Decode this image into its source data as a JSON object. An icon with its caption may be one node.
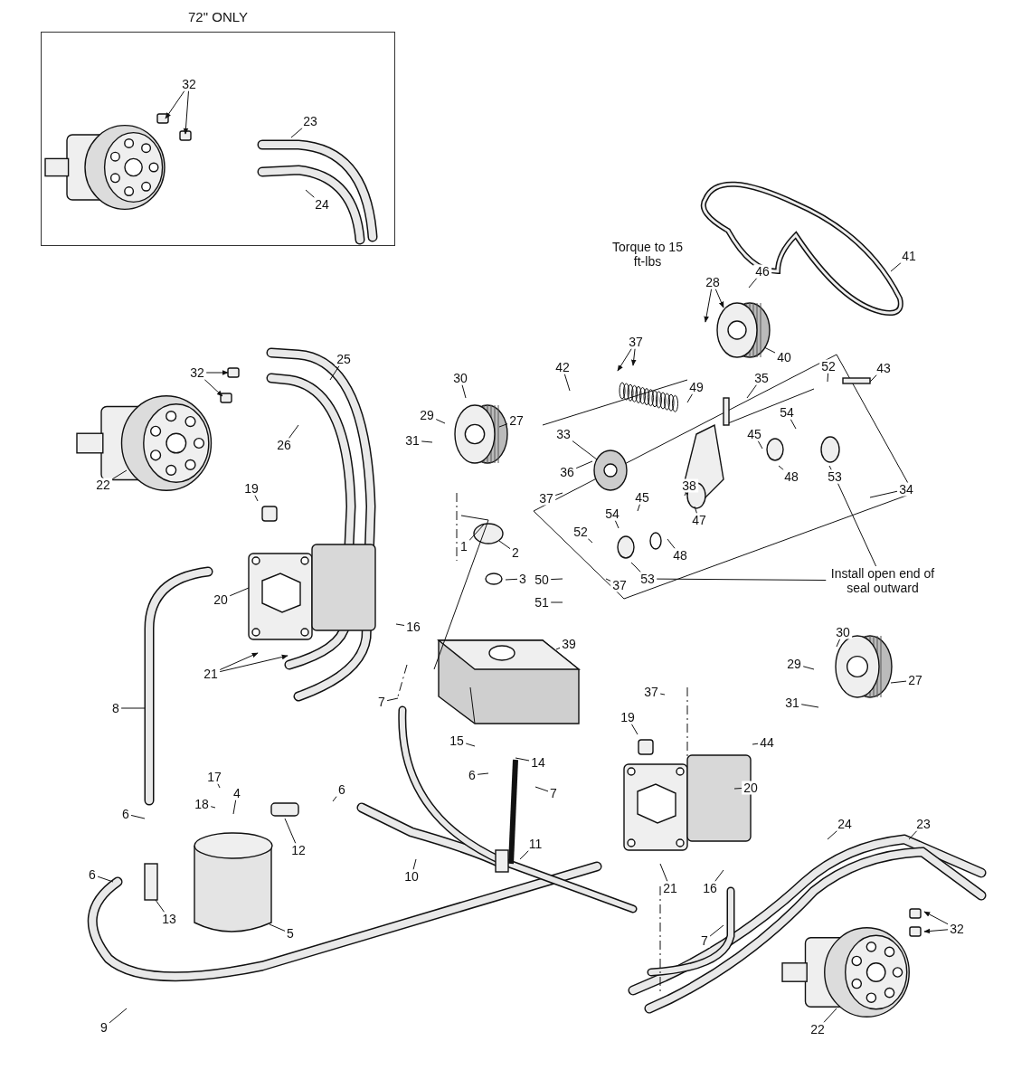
{
  "diagram": {
    "nodes": [
      {
        "text": [
          "72\" ONLY"
        ]
      },
      {
        "text": [
          "32"
        ],
        "in": 0
      },
      {
        "text": [
          "23"
        ],
        "in": 0
      },
      {
        "text": [
          "24"
        ],
        "in": 0
      },
      {
        "text": [
          "41"
        ]
      },
      {
        "text": [
          "46"
        ]
      },
      {
        "text": [
          "28"
        ]
      },
      {
        "text": [
          "40"
        ]
      },
      {
        "text": [
          "37"
        ]
      },
      {
        "text": [
          "42"
        ]
      },
      {
        "text": [
          "49"
        ]
      },
      {
        "text": [
          "35"
        ]
      },
      {
        "text": [
          "52"
        ]
      },
      {
        "text": [
          "43"
        ]
      },
      {
        "text": [
          "32"
        ]
      },
      {
        "text": [
          "25"
        ]
      },
      {
        "text": [
          "30"
        ]
      },
      {
        "text": [
          "29"
        ]
      },
      {
        "text": [
          "27"
        ]
      },
      {
        "text": [
          "54"
        ]
      },
      {
        "text": [
          "31"
        ]
      },
      {
        "text": [
          "33"
        ]
      },
      {
        "text": [
          "45"
        ]
      },
      {
        "text": [
          "26"
        ]
      },
      {
        "text": [
          "36"
        ]
      },
      {
        "text": [
          "48"
        ]
      },
      {
        "text": [
          "53"
        ]
      },
      {
        "text": [
          "22"
        ]
      },
      {
        "text": [
          "19"
        ]
      },
      {
        "text": [
          "38"
        ]
      },
      {
        "text": [
          "34"
        ]
      },
      {
        "text": [
          "37"
        ]
      },
      {
        "text": [
          "45"
        ]
      },
      {
        "text": [
          "54"
        ]
      },
      {
        "text": [
          "47"
        ]
      },
      {
        "text": [
          "52"
        ]
      },
      {
        "text": [
          "1"
        ]
      },
      {
        "text": [
          "2"
        ]
      },
      {
        "text": [
          "48"
        ]
      },
      {
        "text": [
          "Install open end of seal outward"
        ]
      },
      {
        "text": [
          "53"
        ]
      },
      {
        "text": [
          "3"
        ]
      },
      {
        "text": [
          "50"
        ]
      },
      {
        "text": [
          "37"
        ]
      },
      {
        "text": [
          "20"
        ]
      },
      {
        "text": [
          "51"
        ]
      },
      {
        "text": [
          "16"
        ]
      },
      {
        "text": [
          "30"
        ]
      },
      {
        "text": [
          "39"
        ]
      },
      {
        "text": [
          "29"
        ]
      },
      {
        "text": [
          "21"
        ]
      },
      {
        "text": [
          "27"
        ]
      },
      {
        "text": [
          "37"
        ]
      },
      {
        "text": [
          "7"
        ]
      },
      {
        "text": [
          "31"
        ]
      },
      {
        "text": [
          "8"
        ]
      },
      {
        "text": [
          "19"
        ]
      },
      {
        "text": [
          "15"
        ]
      },
      {
        "text": [
          "44"
        ]
      },
      {
        "text": [
          "14"
        ]
      },
      {
        "text": [
          "6"
        ]
      },
      {
        "text": [
          "17"
        ]
      },
      {
        "text": [
          "20"
        ]
      },
      {
        "text": [
          "6"
        ]
      },
      {
        "text": [
          "4"
        ]
      },
      {
        "text": [
          "7"
        ]
      },
      {
        "text": [
          "18"
        ]
      },
      {
        "text": [
          "6"
        ]
      },
      {
        "text": [
          "24"
        ]
      },
      {
        "text": [
          "23"
        ]
      },
      {
        "text": [
          "12"
        ]
      },
      {
        "text": [
          "11"
        ]
      },
      {
        "text": [
          "10"
        ]
      },
      {
        "text": [
          "6"
        ]
      },
      {
        "text": [
          "21"
        ]
      },
      {
        "text": [
          "16"
        ]
      },
      {
        "text": [
          "13"
        ]
      },
      {
        "text": [
          "5"
        ]
      },
      {
        "text": [
          "7"
        ]
      },
      {
        "text": [
          "32"
        ]
      },
      {
        "text": [
          "9"
        ]
      },
      {
        "text": [
          "22"
        ]
      }
    ],
    "edges": [
      {
        "from": 1,
        "to": null,
        "arrow": "to"
      },
      {
        "from": 1,
        "to": null,
        "arrow": "to"
      },
      {
        "from": 2,
        "to": null,
        "arrow": "none"
      },
      {
        "from": 3,
        "to": null,
        "arrow": "none"
      },
      {
        "from": 4,
        "to": null,
        "arrow": "none"
      },
      {
        "from": 5,
        "to": null,
        "arrow": "none"
      },
      {
        "from": 6,
        "to": null,
        "arrow": "to"
      },
      {
        "from": 6,
        "to": null,
        "arrow": "to"
      },
      {
        "from": 7,
        "to": null,
        "arrow": "none"
      },
      {
        "from": 8,
        "to": null,
        "arrow": "to"
      },
      {
        "from": 8,
        "to": null,
        "arrow": "to"
      },
      {
        "from": 9,
        "to": null,
        "arrow": "none"
      },
      {
        "from": 10,
        "to": null,
        "arrow": "none"
      },
      {
        "from": 11,
        "to": null,
        "arrow": "none"
      },
      {
        "from": 12,
        "to": null,
        "arrow": "none"
      },
      {
        "from": 13,
        "to": null,
        "arrow": "none"
      },
      {
        "from": 14,
        "to": null,
        "arrow": "to"
      },
      {
        "from": 14,
        "to": null,
        "arrow": "to"
      },
      {
        "from": 15,
        "to": null,
        "arrow": "none"
      },
      {
        "from": 16,
        "to": null,
        "arrow": "none"
      },
      {
        "from": 17,
        "to": null,
        "arrow": "none"
      },
      {
        "from": 18,
        "to": null,
        "arrow": "none"
      },
      {
        "from": 19,
        "to": null,
        "arrow": "none"
      },
      {
        "from": 20,
        "to": null,
        "arrow": "none"
      },
      {
        "from": 21,
        "to": null,
        "arrow": "none"
      },
      {
        "from": 22,
        "to": null,
        "arrow": "none"
      },
      {
        "from": 23,
        "to": null,
        "arrow": "none"
      },
      {
        "from": 24,
        "to": null,
        "arrow": "none"
      },
      {
        "from": 25,
        "to": null,
        "arrow": "none"
      },
      {
        "from": 26,
        "to": null,
        "arrow": "none"
      },
      {
        "from": 27,
        "to": null,
        "arrow": "none"
      },
      {
        "from": 28,
        "to": null,
        "arrow": "none"
      },
      {
        "from": 29,
        "to": null,
        "arrow": "none"
      },
      {
        "from": 30,
        "to": null,
        "arrow": "none"
      },
      {
        "from": 31,
        "to": null,
        "arrow": "none"
      },
      {
        "from": 32,
        "to": null,
        "arrow": "none"
      },
      {
        "from": 33,
        "to": null,
        "arrow": "none"
      },
      {
        "from": 34,
        "to": null,
        "arrow": "none"
      },
      {
        "from": 35,
        "to": null,
        "arrow": "none"
      },
      {
        "from": 36,
        "to": null,
        "arrow": "none"
      },
      {
        "from": 37,
        "to": null,
        "arrow": "none"
      },
      {
        "from": 38,
        "to": null,
        "arrow": "none"
      },
      {
        "from": 39,
        "to": 26,
        "arrow": "none"
      },
      {
        "from": 39,
        "to": 40,
        "arrow": "none"
      },
      {
        "from": 40,
        "to": null,
        "arrow": "none"
      },
      {
        "from": 41,
        "to": null,
        "arrow": "none"
      },
      {
        "from": 42,
        "to": null,
        "arrow": "none"
      },
      {
        "from": 43,
        "to": null,
        "arrow": "none"
      },
      {
        "from": 44,
        "to": null,
        "arrow": "none"
      },
      {
        "from": 45,
        "to": null,
        "arrow": "none"
      },
      {
        "from": 46,
        "to": null,
        "arrow": "none"
      },
      {
        "from": 47,
        "to": null,
        "arrow": "none"
      },
      {
        "from": 48,
        "to": null,
        "arrow": "none"
      },
      {
        "from": 49,
        "to": null,
        "arrow": "none"
      },
      {
        "from": 50,
        "to": null,
        "arrow": "to"
      },
      {
        "from": 50,
        "to": null,
        "arrow": "to"
      },
      {
        "from": 51,
        "to": null,
        "arrow": "none"
      },
      {
        "from": 52,
        "to": null,
        "arrow": "none"
      },
      {
        "from": 53,
        "to": null,
        "arrow": "none"
      },
      {
        "from": 54,
        "to": null,
        "arrow": "none"
      },
      {
        "from": 55,
        "to": null,
        "arrow": "none"
      },
      {
        "from": 56,
        "to": null,
        "arrow": "none"
      },
      {
        "from": 57,
        "to": null,
        "arrow": "none"
      },
      {
        "from": 58,
        "to": null,
        "arrow": "none"
      },
      {
        "from": 59,
        "to": null,
        "arrow": "none"
      },
      {
        "from": 60,
        "to": null,
        "arrow": "none"
      },
      {
        "from": 61,
        "to": null,
        "arrow": "none"
      },
      {
        "from": 62,
        "to": null,
        "arrow": "none"
      },
      {
        "from": 63,
        "to": null,
        "arrow": "none"
      },
      {
        "from": 64,
        "to": null,
        "arrow": "none"
      },
      {
        "from": 65,
        "to": null,
        "arrow": "none"
      },
      {
        "from": 66,
        "to": null,
        "arrow": "none"
      },
      {
        "from": 67,
        "to": null,
        "arrow": "none"
      },
      {
        "from": 68,
        "to": null,
        "arrow": "none"
      },
      {
        "from": 69,
        "to": null,
        "arrow": "none"
      },
      {
        "from": 70,
        "to": null,
        "arrow": "none"
      },
      {
        "from": 71,
        "to": null,
        "arrow": "none"
      },
      {
        "from": 72,
        "to": null,
        "arrow": "none"
      },
      {
        "from": 73,
        "to": null,
        "arrow": "none"
      },
      {
        "from": 74,
        "to": null,
        "arrow": "none"
      },
      {
        "from": 75,
        "to": null,
        "arrow": "none"
      },
      {
        "from": 76,
        "to": null,
        "arrow": "none"
      },
      {
        "from": 77,
        "to": null,
        "arrow": "none"
      },
      {
        "from": 78,
        "to": null,
        "arrow": "none"
      },
      {
        "from": 79,
        "to": null,
        "arrow": "to"
      },
      {
        "from": 79,
        "to": null,
        "arrow": "to"
      },
      {
        "from": 80,
        "to": null,
        "arrow": "none"
      },
      {
        "from": 81,
        "to": null,
        "arrow": "none"
      }
    ],
    "labels": [
      "Torque to 15 ft-lbs"
    ]
  }
}
